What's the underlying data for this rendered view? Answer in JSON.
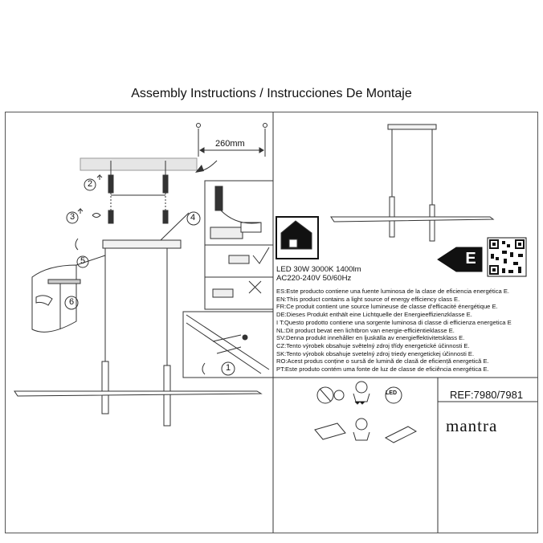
{
  "title": "Assembly Instructions / Instrucciones De Montaje",
  "dimension": "260mm",
  "steps": {
    "s1": "1",
    "s2": "2",
    "s3": "3",
    "s4": "4",
    "s5": "5",
    "s6": "6"
  },
  "specs": {
    "line1": "LED 30W 3000K 1400lm",
    "line2": "AC220-240V 50/60Hz"
  },
  "energy_class": "E",
  "energy_statements": [
    "ES:Este producto contiene una fuente luminosa de la clase de eficiencia energética E.",
    "EN:This product contains a light source of energy efficiency class E.",
    "FR:Ce produit contient une source lumineuse de classe d'efficacité énergétique E.",
    "DE:Dieses Produkt enthält eine Lichtquelle der Energieeffizienzklasse E.",
    "I T:Questo prodotto contiene una sorgente luminosa di classe di efficienza energetica E",
    "NL:Dit product bevat een lichtbron van energie-efficiëntieklasse E.",
    "SV:Denna produkt innehåller en ljuskälla av energieffektivitetsklass E.",
    "CZ:Tento výrobek obsahuje světelný zdroj třídy energetické účinnosti E.",
    "SK:Tento výrobok obsahuje svetelný zdroj triedy energetickej účinnosti E.",
    "RO:Acest produs conține o sursă de lumină de clasă de eficiență energetică E.",
    "PT:Este produto contém uma fonte de luz de classe de eficiência energética E."
  ],
  "ref": "REF:7980/7981",
  "brand": "mantra",
  "led_icon_label": "LED",
  "icons": {
    "house_installation": "house-ground-icon",
    "qr": "qr-code-icon",
    "led_module": "led-icon",
    "energy_arrow": "energy-class-arrow-icon"
  }
}
